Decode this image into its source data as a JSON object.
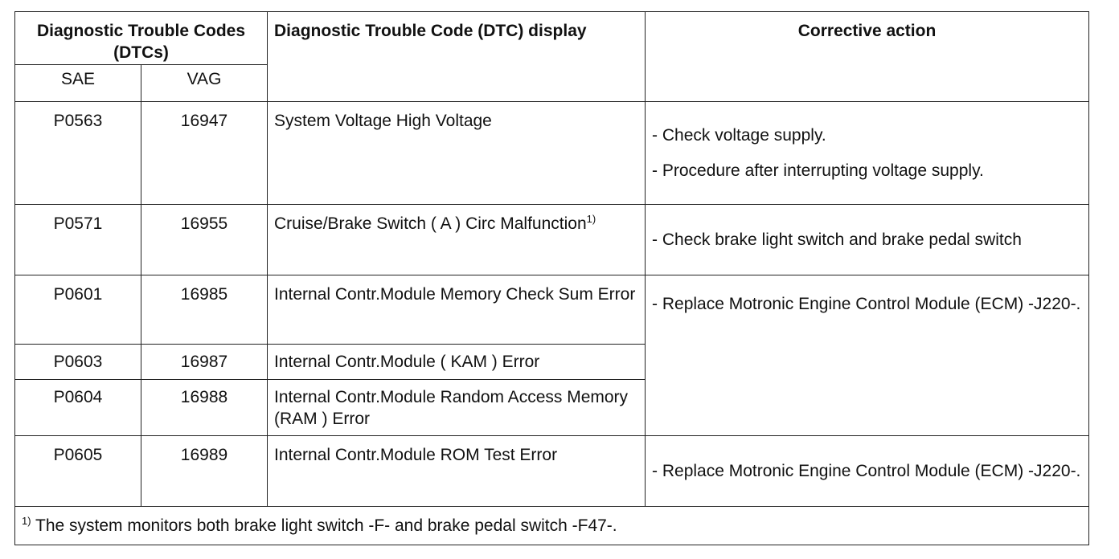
{
  "header": {
    "dtc_group": "Diagnostic Trouble Codes (DTCs)",
    "sae": "SAE",
    "vag": "VAG",
    "display": "Diagnostic Trouble Code (DTC) display",
    "action": "Corrective action"
  },
  "rows": [
    {
      "sae": "P0563",
      "vag": "16947",
      "display": "System Voltage High Voltage"
    },
    {
      "sae": "P0571",
      "vag": "16955",
      "display": "Cruise/Brake Switch ( A ) Circ Malfunction",
      "note": "1)"
    },
    {
      "sae": "P0601",
      "vag": "16985",
      "display": "Internal Contr.Module Memory Check Sum Error"
    },
    {
      "sae": "P0603",
      "vag": "16987",
      "display": "Internal Contr.Module ( KAM ) Error"
    },
    {
      "sae": "P0604",
      "vag": "16988",
      "display": "Internal Contr.Module Random Access Memory (RAM ) Error"
    },
    {
      "sae": "P0605",
      "vag": "16989",
      "display": "Internal Contr.Module ROM Test Error"
    }
  ],
  "actions": {
    "voltage_1": "- Check voltage supply.",
    "voltage_2": "- Procedure after interrupting voltage supply.",
    "brake": "- Check brake light switch and brake pedal switch",
    "replace_ecm_1": "- Replace Motronic Engine Control Module (ECM) -J220-.",
    "replace_ecm_2": "- Replace Motronic Engine Control Module (ECM) -J220-."
  },
  "footnote": {
    "mark": "1)",
    "text": " The system monitors both brake light switch -F- and brake pedal switch -F47-."
  }
}
